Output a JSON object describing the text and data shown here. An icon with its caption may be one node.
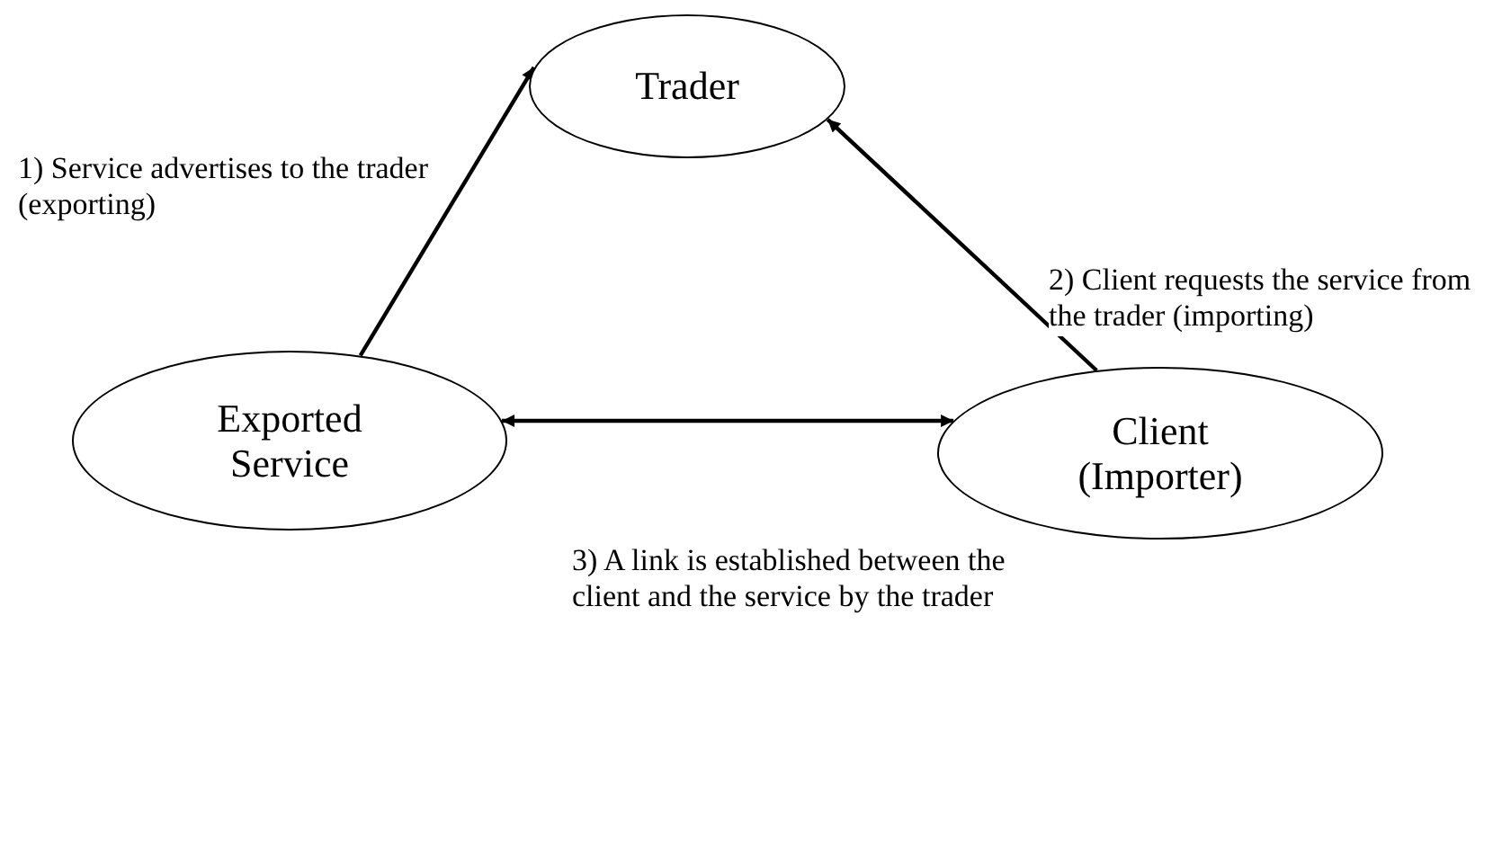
{
  "diagram": {
    "nodes": [
      {
        "text": [
          "Trader"
        ]
      },
      {
        "text": [
          "Exported Service"
        ]
      },
      {
        "text": [
          "Client (Importer)"
        ]
      }
    ],
    "edges": [
      {
        "from": 1,
        "to": 0,
        "arrow": "to",
        "label": "1) Service advertises to the trader (exporting)"
      },
      {
        "from": 2,
        "to": 0,
        "arrow": "to",
        "label": "2) Client requests the service from the trader (importing)"
      },
      {
        "from": 1,
        "to": 2,
        "arrow": "both",
        "label": "3) A link is established between the client and the service by the trader"
      }
    ]
  }
}
